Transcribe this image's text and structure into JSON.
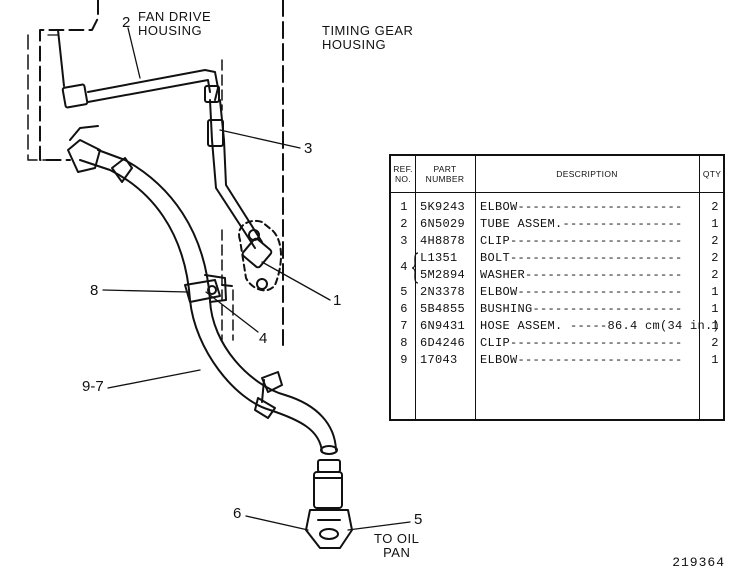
{
  "labels": {
    "fan_drive": "FAN DRIVE\nHOUSING",
    "timing_gear": "TIMING GEAR\nHOUSING",
    "oil_pan": "TO OIL\nPAN"
  },
  "callouts": {
    "c1": "1",
    "c2": "2",
    "c3": "3",
    "c4": "4",
    "c5": "5",
    "c6": "6",
    "c8": "8",
    "c97": "9-7"
  },
  "table": {
    "headers": {
      "ref": "REF.\nNO.",
      "part": "PART\nNUMBER",
      "desc": "DESCRIPTION",
      "qty": "QTY"
    },
    "rows": [
      {
        "ref": "1",
        "part": "5K9243",
        "desc": "ELBOW----------------------",
        "qty": "2"
      },
      {
        "ref": "2",
        "part": "6N5029",
        "desc": "TUBE ASSEM.----------------",
        "qty": "1"
      },
      {
        "ref": "3",
        "part": "4H8878",
        "desc": "CLIP-----------------------",
        "qty": "2"
      },
      {
        "ref": "",
        "part": "L1351",
        "desc": "BOLT-----------------------",
        "qty": "2"
      },
      {
        "ref": "4",
        "part": "5M2894",
        "desc": "WASHER---------------------",
        "qty": "2"
      },
      {
        "ref": "5",
        "part": "2N3378",
        "desc": "ELBOW----------------------",
        "qty": "1"
      },
      {
        "ref": "6",
        "part": "5B4855",
        "desc": "BUSHING--------------------",
        "qty": "1"
      },
      {
        "ref": "7",
        "part": "6N9431",
        "desc": "HOSE ASSEM. -----86.4 cm(34 in.)",
        "qty": "1"
      },
      {
        "ref": "8",
        "part": "6D4246",
        "desc": "CLIP-----------------------",
        "qty": "2"
      },
      {
        "ref": "9",
        "part": "17043",
        "desc": "ELBOW----------------------",
        "qty": "1"
      }
    ]
  },
  "figure_number": "219364"
}
